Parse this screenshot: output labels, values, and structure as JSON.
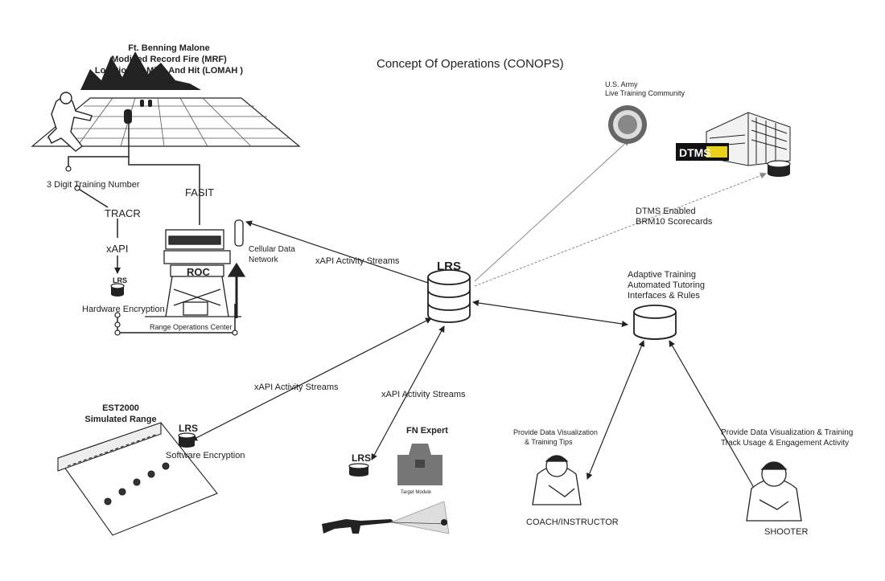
{
  "title": "Concept Of Operations (CONOPS)",
  "range": {
    "line1": "Ft. Benning Malone",
    "line2": "Modified Record Fire (MRF)",
    "line3": "Location Of Miss And Hit (LOMAH )"
  },
  "flow": {
    "training_number": "3 Digit Training Number",
    "tracr": "TRACR",
    "fasit": "FASIT",
    "xapi": "xAPI",
    "lrs": "LRS",
    "hardware_encryption": "Hardware Encryption",
    "roc": "ROC",
    "range_operations_center": "Range Operations Center",
    "cellular_line1": "Cellular Data",
    "cellular_line2": "Network"
  },
  "streams": {
    "top": "xAPI Activity Streams",
    "left": "xAPI Activity Streams",
    "center": "xAPI Activity Streams"
  },
  "central_lrs": "LRS",
  "army": {
    "line1": "U.S. Army",
    "line2": "Live Training Community"
  },
  "dtms": {
    "logo": "DTMS",
    "line1": "DTMS Enabled",
    "line2": "BRM10 Scorecards"
  },
  "adaptive": {
    "line1": "Adaptive Training",
    "line2": "Automated Tutoring",
    "line3": "Interfaces & Rules"
  },
  "est": {
    "line1": "EST2000",
    "line2": "Simulated Range",
    "lrs": "LRS",
    "encryption": "Software Encryption"
  },
  "fn": {
    "title": "FN Expert",
    "lrs": "LRS",
    "target_module": "Target Module"
  },
  "coach": {
    "line1": "Provide Data Visualization",
    "line2": "& Training Tips",
    "label": "COACH/INSTRUCTOR"
  },
  "shooter": {
    "line1": "Provide Data Visualization & Training",
    "line2": "Track Usage & Engagement Activity",
    "label": "SHOOTER"
  },
  "colors": {
    "ink": "#222222",
    "link": "#8a8a8a",
    "dtms_badge": "#e8d21a"
  }
}
